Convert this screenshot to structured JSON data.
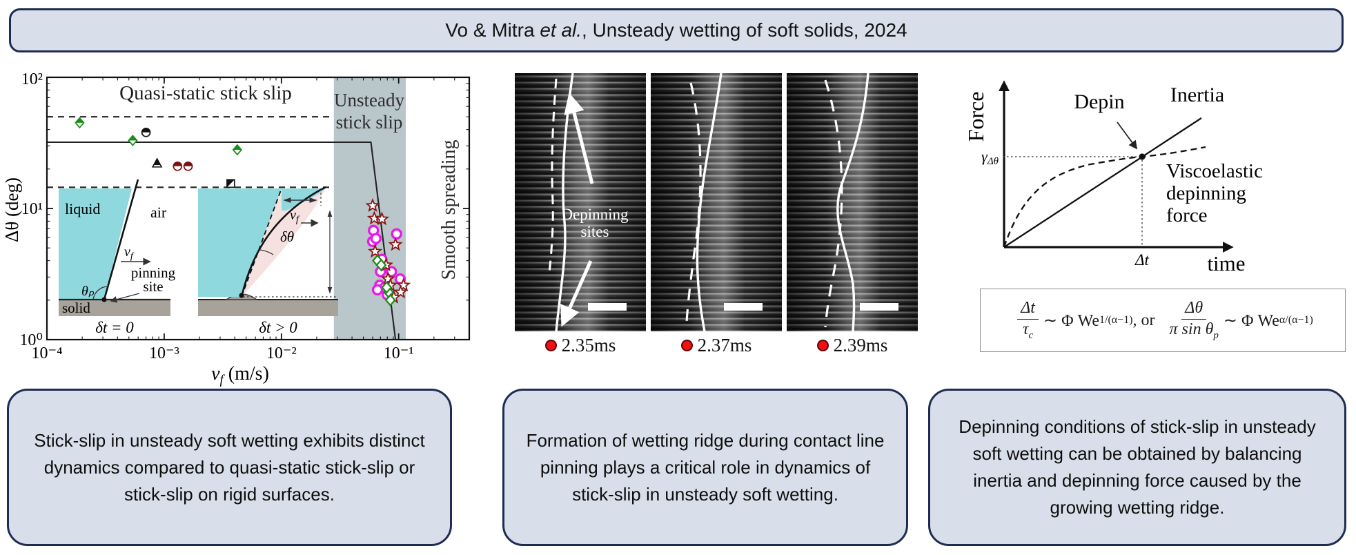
{
  "banner": {
    "author": "Vo & Mitra ",
    "etal": "et al.",
    "rest": ", Unsteady wetting of soft solids, 2024"
  },
  "colors": {
    "panel_bg": "#d9dfea",
    "panel_border": "#1e2c52",
    "band": "#b9c6ca",
    "cyan": "#8fd8de",
    "pink": "#f5e2e0",
    "solid_gray": "#a7a29a",
    "green": "#1c8c1c",
    "darkred": "#8a1515",
    "magenta": "#e81ae8",
    "black": "#111111",
    "red_dot": "#ee1212",
    "white": "#ffffff"
  },
  "left_chart": {
    "title": "Quasi-static stick slip",
    "band_label_line1": "Unsteady",
    "band_label_line2": "stick slip",
    "right_label": "Smooth spreading",
    "ylabel": "Δθ (deg)",
    "xlabel_main": "v",
    "xlabel_sub": "f",
    "xlabel_rest": " (m/s)",
    "x_tick_labels": [
      "10⁻⁴",
      "10⁻³",
      "10⁻²",
      "10⁻¹"
    ],
    "y_tick_labels": [
      "10⁰",
      "10¹",
      "10²"
    ],
    "inset1": {
      "liquid": "liquid",
      "air": "air",
      "solid": "solid",
      "theta": "θₚ",
      "vf_main": "v",
      "vf_sub": "f",
      "pinning_line1": "pinning",
      "pinning_line2": "site",
      "caption": "δt = 0"
    },
    "inset2": {
      "delta_theta": "δθ",
      "vf_main": "v",
      "vf_sub": "f",
      "caption": "δt > 0"
    }
  },
  "chart_data": [
    {
      "type": "scatter",
      "title": "Contact-angle hysteresis Δθ vs contact line speed vf",
      "xlabel": "vf (m/s)",
      "ylabel": "Δθ (deg)",
      "xscale": "log",
      "yscale": "log",
      "xlim": [
        0.0001,
        0.4
      ],
      "ylim": [
        1,
        100
      ],
      "x_major_ticks": [
        0.0001,
        0.001,
        0.01,
        0.1
      ],
      "y_major_ticks": [
        1,
        10,
        100
      ],
      "band_x": [
        0.028,
        0.115
      ],
      "regions": [
        "Quasi-static stick slip",
        "Unsteady stick slip",
        "Smooth spreading"
      ],
      "lines": [
        {
          "name": "upper-dashed-threshold",
          "style": "dashed",
          "points": [
            [
              0.0001,
              50
            ],
            [
              0.028,
              50
            ]
          ]
        },
        {
          "name": "lower-dashed-threshold",
          "style": "dashed",
          "points": [
            [
              0.0001,
              14.5
            ],
            [
              0.028,
              14.5
            ]
          ]
        },
        {
          "name": "transition-line",
          "style": "solid",
          "points": [
            [
              0.0001,
              32
            ],
            [
              0.058,
              32
            ],
            [
              0.094,
              1
            ]
          ]
        }
      ],
      "series": [
        {
          "name": "green-half-diamonds",
          "marker": "diamond-half",
          "color": "#1c8c1c",
          "points": [
            [
              0.00019,
              45
            ],
            [
              0.00054,
              33
            ],
            [
              0.0042,
              28
            ]
          ]
        },
        {
          "name": "black-half-circle",
          "marker": "circle-half",
          "color": "#111111",
          "points": [
            [
              0.0007,
              38
            ]
          ]
        },
        {
          "name": "black-triangle",
          "marker": "triangle-half",
          "color": "#111111",
          "points": [
            [
              0.00087,
              22
            ]
          ]
        },
        {
          "name": "darkred-half-circles",
          "marker": "circle-half",
          "color": "#7a1010",
          "points": [
            [
              0.0013,
              21
            ],
            [
              0.0016,
              21
            ]
          ]
        },
        {
          "name": "black-half-square",
          "marker": "square-half",
          "color": "#111111",
          "points": [
            [
              0.0037,
              15.5
            ]
          ]
        },
        {
          "name": "magenta-open-circles",
          "marker": "circle-open",
          "color": "#e81ae8",
          "points": [
            [
              0.061,
              6.8
            ],
            [
              0.06,
              5.6
            ],
            [
              0.064,
              5.9
            ],
            [
              0.096,
              6.4
            ],
            [
              0.072,
              4.1
            ],
            [
              0.07,
              3.3
            ],
            [
              0.087,
              3.3
            ],
            [
              0.069,
              2.6
            ],
            [
              0.076,
              2.5
            ],
            [
              0.103,
              2.9
            ],
            [
              0.08,
              2.2
            ],
            [
              0.066,
              2.4
            ]
          ]
        },
        {
          "name": "darkred-open-stars",
          "marker": "star-open",
          "color": "#8a1515",
          "points": [
            [
              0.06,
              10.5
            ],
            [
              0.062,
              8.4
            ],
            [
              0.072,
              8.3
            ],
            [
              0.094,
              5.3
            ],
            [
              0.063,
              4.7
            ],
            [
              0.078,
              3.7
            ],
            [
              0.081,
              2.9
            ],
            [
              0.085,
              2.6
            ],
            [
              0.11,
              2.6
            ],
            [
              0.104,
              2.3
            ],
            [
              0.091,
              2.1
            ]
          ]
        },
        {
          "name": "green-open-diamonds",
          "marker": "diamond-open",
          "color": "#1c8c1c",
          "points": [
            [
              0.066,
              4.0
            ],
            [
              0.071,
              3.7
            ],
            [
              0.082,
              2.3
            ],
            [
              0.085,
              2.0
            ],
            [
              0.079,
              2.5
            ]
          ]
        }
      ]
    },
    {
      "type": "line",
      "title": "Force vs time depinning schematic",
      "xlabel": "time",
      "ylabel": "Force",
      "annotations": [
        "Depin",
        "Inertia",
        "Viscoelastic depinning force",
        "γΔθ",
        "Δt"
      ],
      "series": [
        {
          "name": "Inertia",
          "style": "solid",
          "description": "linear growth from origin"
        },
        {
          "name": "Viscoelastic depinning force",
          "style": "dashed",
          "description": "saturating curve crossing the inertia line at the depinning point (Δt, γΔθ)"
        }
      ]
    }
  ],
  "frames": {
    "label_line1": "Depinning",
    "label_line2": "sites",
    "times": [
      "2.35ms",
      "2.37ms",
      "2.39ms"
    ]
  },
  "schematic": {
    "ylabel": "Force",
    "xlabel": "time",
    "depin": "Depin",
    "inertia": "Inertia",
    "visco_line1": "Viscoelastic",
    "visco_line2": "depinning",
    "visco_line3": "force",
    "gamma_main": "γ",
    "gamma_sub": "Δθ",
    "dt": "Δt"
  },
  "formula": {
    "f1_num": "Δt",
    "f1_den": "τ",
    "f1_den_sub": "c",
    "rel1": "∼ Φ We",
    "f1_exp": "1/(α−1)",
    "or": ",  or",
    "f2_num": "Δθ",
    "f2_den": "π sin θ",
    "f2_den_sub": "p",
    "rel2": "∼ Φ We",
    "f2_exp": "α/(α−1)"
  },
  "boxes": [
    {
      "text": "Stick-slip in unsteady soft wetting exhibits distinct dynamics compared to quasi-static stick-slip or stick-slip on rigid surfaces."
    },
    {
      "text": "Formation of wetting ridge during contact line pinning plays a critical role in dynamics of stick-slip in unsteady soft wetting."
    },
    {
      "text": "Depinning conditions of stick-slip in unsteady soft wetting can be obtained by balancing inertia and depinning force caused by the growing wetting ridge."
    }
  ]
}
